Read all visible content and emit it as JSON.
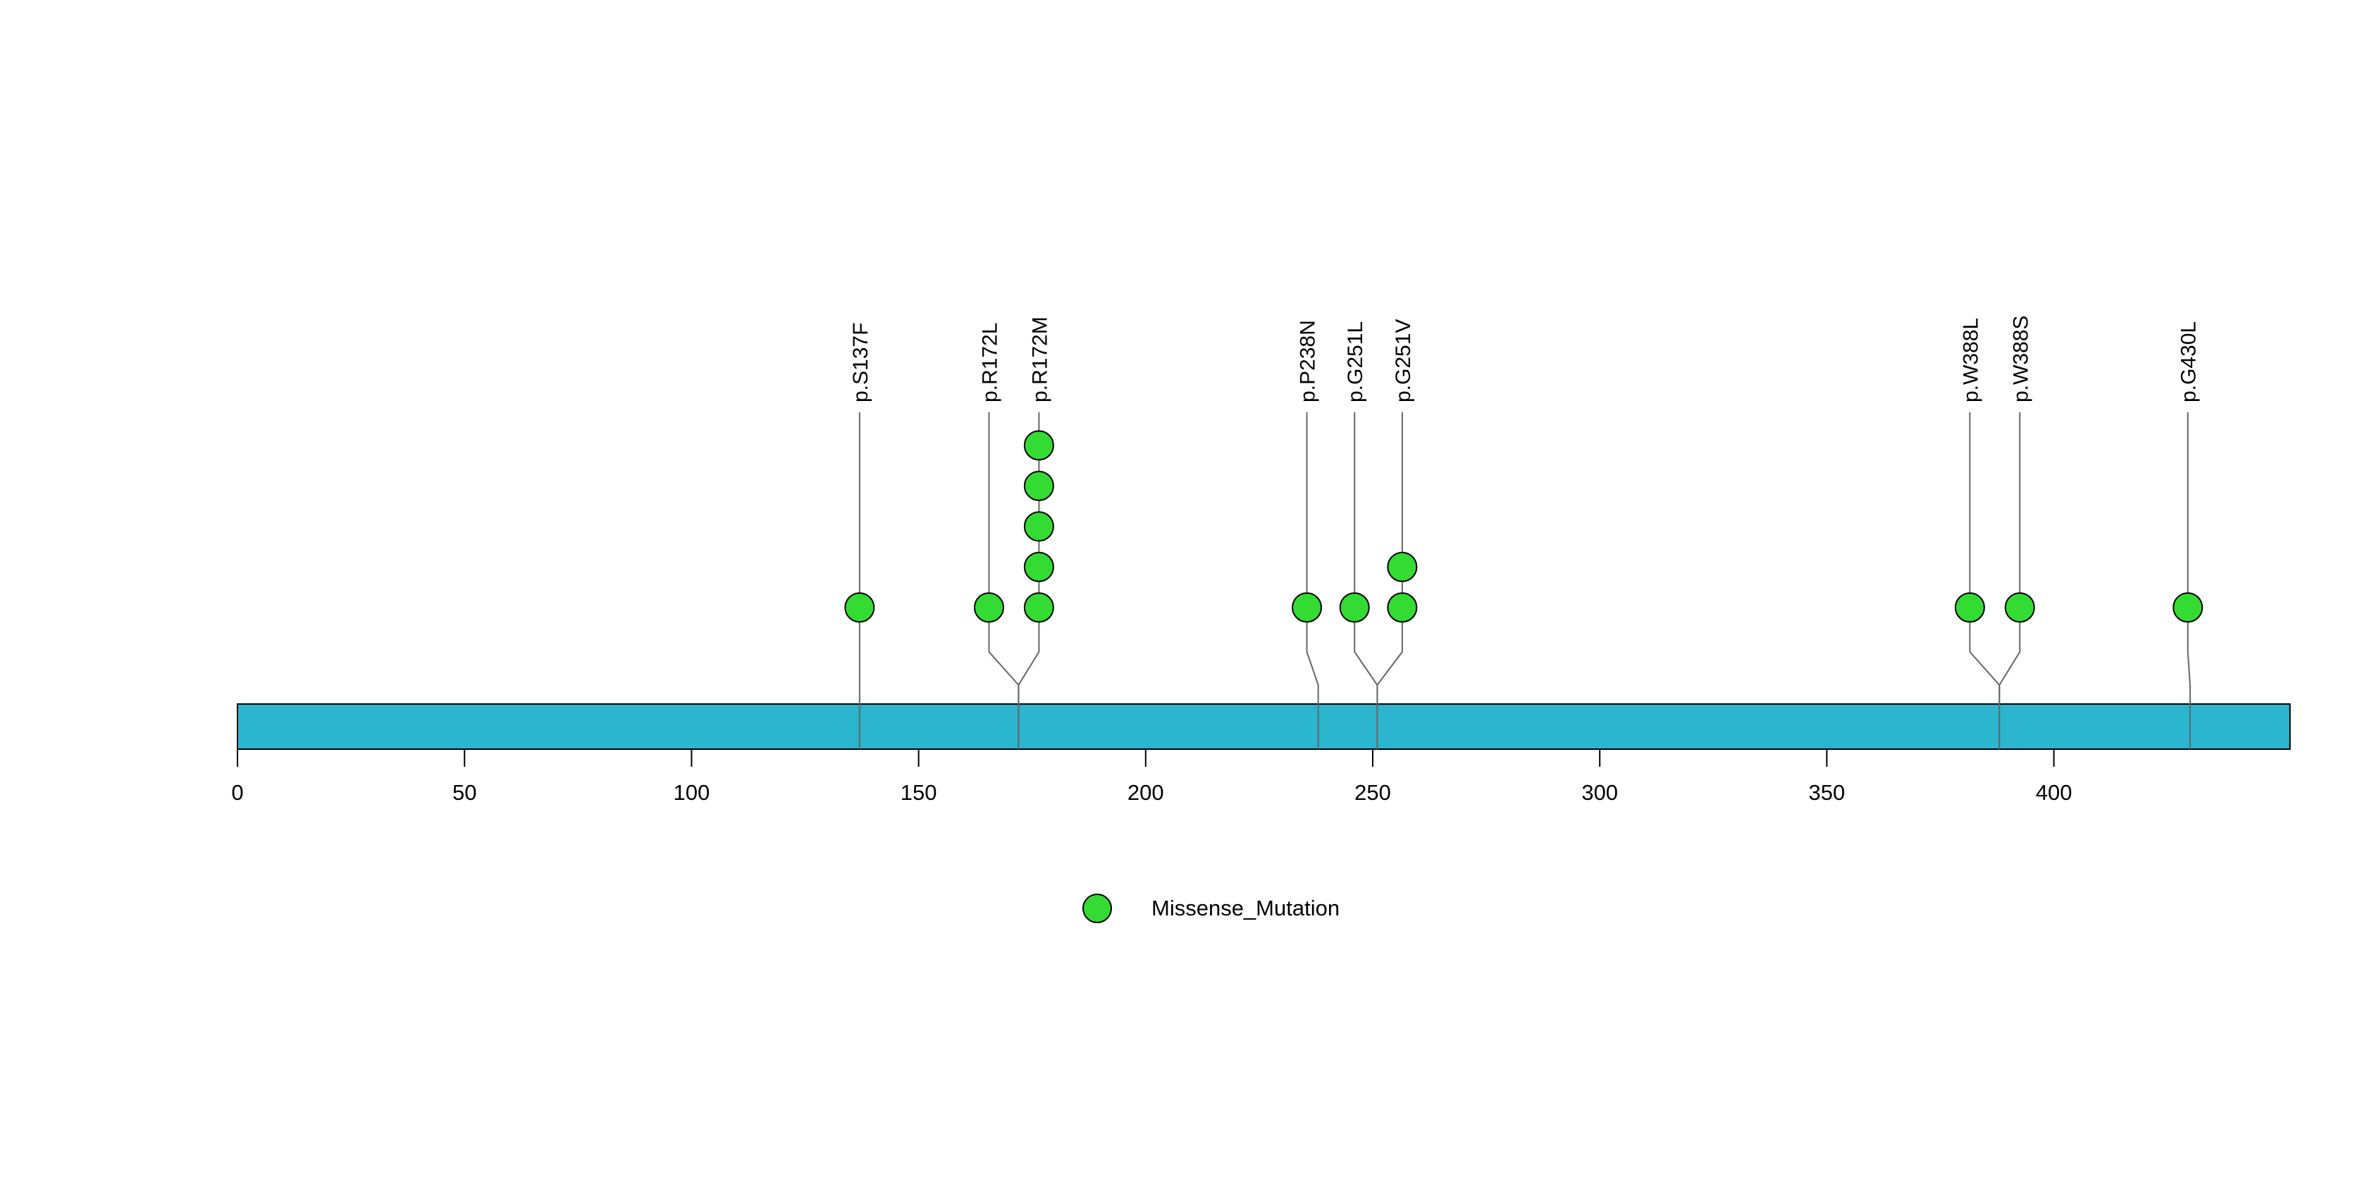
{
  "chart_data": {
    "type": "lollipop",
    "title": "",
    "protein_length": 452,
    "x_ticks": [
      0,
      50,
      100,
      150,
      200,
      250,
      300,
      350,
      400
    ],
    "mutations": [
      {
        "label": "p.S137F",
        "position": 137,
        "display_position": 137,
        "count": 1,
        "type": "Missense_Mutation"
      },
      {
        "label": "p.R172L",
        "position": 172,
        "display_position": 165.5,
        "count": 1,
        "type": "Missense_Mutation"
      },
      {
        "label": "p.R172M",
        "position": 172,
        "display_position": 176.5,
        "count": 5,
        "type": "Missense_Mutation"
      },
      {
        "label": "p.P238N",
        "position": 238,
        "display_position": 235.5,
        "count": 1,
        "type": "Missense_Mutation"
      },
      {
        "label": "p.G251L",
        "position": 251,
        "display_position": 246,
        "count": 1,
        "type": "Missense_Mutation"
      },
      {
        "label": "p.G251V",
        "position": 251,
        "display_position": 256.5,
        "count": 2,
        "type": "Missense_Mutation"
      },
      {
        "label": "p.W388L",
        "position": 388,
        "display_position": 381.5,
        "count": 1,
        "type": "Missense_Mutation"
      },
      {
        "label": "p.W388S",
        "position": 388,
        "display_position": 392.5,
        "count": 1,
        "type": "Missense_Mutation"
      },
      {
        "label": "p.G430L",
        "position": 430,
        "display_position": 429.5,
        "count": 1,
        "type": "Missense_Mutation"
      }
    ],
    "legend": [
      {
        "label": "Missense_Mutation",
        "color": "#33DB33"
      }
    ],
    "colors": {
      "bar": "#2CB5CF",
      "bar_border": "#000000",
      "stick": "#666666",
      "mutation": "#33DB33",
      "mutation_border": "#000000",
      "axis_text": "#000000"
    }
  }
}
